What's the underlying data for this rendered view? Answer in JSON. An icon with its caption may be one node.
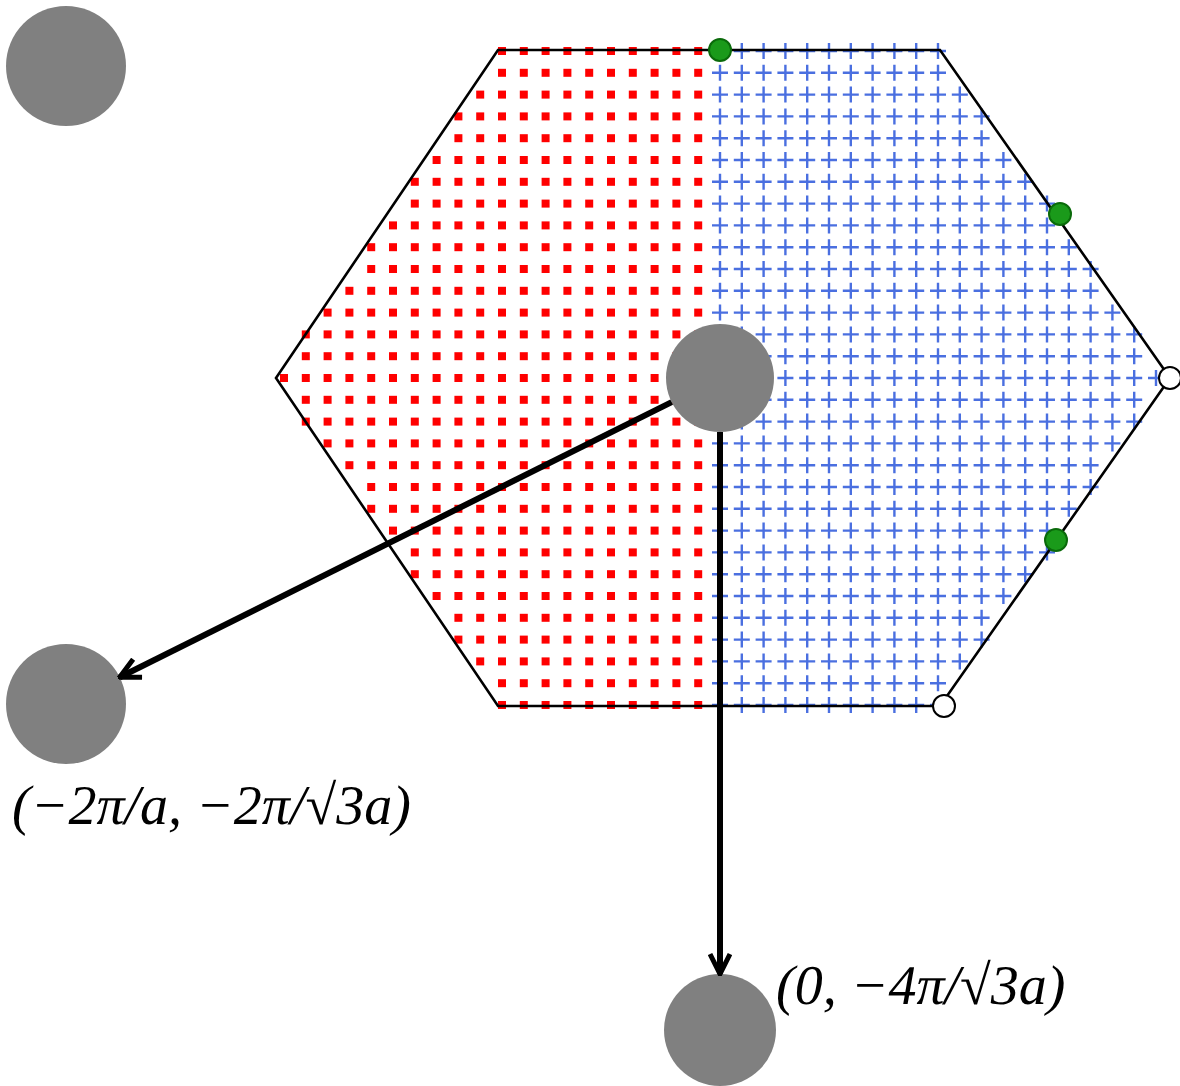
{
  "diagram": {
    "nodes": [
      {
        "text": [],
        "shape": "circle"
      },
      {
        "text": [],
        "shape": "circle"
      },
      {
        "text": [],
        "shape": "circle",
        "beside": [
          "(−2π/a, −2π/√3a)"
        ]
      },
      {
        "text": [],
        "shape": "circle",
        "beside": [
          "(0, −4π/√3a)"
        ]
      }
    ],
    "edges": [
      {
        "from": 1,
        "to": 2,
        "arrow": "to"
      },
      {
        "from": 1,
        "to": 3,
        "arrow": "to"
      }
    ]
  }
}
